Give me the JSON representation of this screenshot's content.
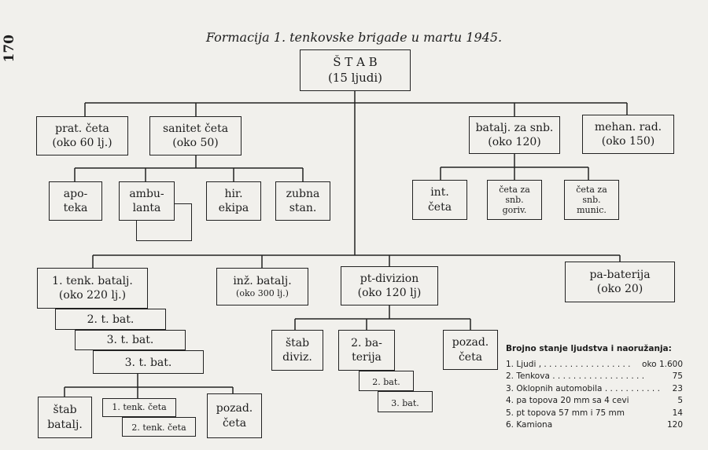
{
  "page_number": "170",
  "title": "Formacija 1. tenkovske brigade u martu 1945.",
  "nodes": {
    "stab": [
      "Š T A B",
      "(15 ljudi)"
    ],
    "prat_ceta": [
      "prat. četa",
      "(oko 60 lj.)"
    ],
    "sanitet_ceta": [
      "sanitet četa",
      "(oko 50)"
    ],
    "apoteka": [
      "apo-",
      "teka"
    ],
    "ambulanta": [
      "ambu-",
      "lanta"
    ],
    "hir_ekipa": [
      "hir.",
      "ekipa"
    ],
    "zubna_stan": [
      "zubna",
      "stan."
    ],
    "batalj_snb": [
      "batalj. za snb.",
      "(oko 120)"
    ],
    "mehan_rad": [
      "mehan. rad.",
      "(oko 150)"
    ],
    "int_ceta": [
      "int.",
      "četa"
    ],
    "ceta_goriv": [
      "četa za",
      "snb.",
      "goriv."
    ],
    "ceta_munic": [
      "četa za",
      "snb.",
      "munic."
    ],
    "tenk_batalj_1": [
      "1. tenk. batalj.",
      "(oko 220 lj.)"
    ],
    "t_bat_2": "2. t. bat.",
    "t_bat_3a": "3. t. bat.",
    "t_bat_3b": "3. t. bat.",
    "inz_batalj": [
      "inž. batalj.",
      "(oko 300 lj.)"
    ],
    "pt_divizion": [
      "pt-divizion",
      "(oko 120 lj)"
    ],
    "stab_diviz": [
      "štab",
      "diviz."
    ],
    "baterija_2": [
      "2. ba-",
      "terija"
    ],
    "bat_2": "2. bat.",
    "bat_3": "3. bat.",
    "pozad_ceta_div": [
      "pozad.",
      "četa"
    ],
    "pa_baterija": [
      "pa-baterija",
      "(oko 20)"
    ],
    "stab_batalj": [
      "štab",
      "batalj."
    ],
    "tenk_ceta_1": "1. tenk. četa",
    "tenk_ceta_2": "2. tenk. četa",
    "pozad_ceta_bat": [
      "pozad.",
      "četa"
    ]
  },
  "legend": {
    "title": "Brojno stanje ljudstva i naoružanja:",
    "rows": [
      {
        "label": "1. Ljudi  ,  .  .  .  .  .  .  .  .  .  .  .  .  .  .  .  .  .",
        "value": "oko 1.600"
      },
      {
        "label": "2. Tenkova  .  .  .  .  .  .  .  .  .  .  .  .  .  .  .  .  .  .",
        "value": "75"
      },
      {
        "label": "3. Oklopnih automobila  .  .  .  .  .  .  .  .  .  .  .",
        "value": "23"
      },
      {
        "label": "4. pa topova 20 mm sa 4 cevi",
        "value": "5"
      },
      {
        "label": "5. pt topova 57 mm i 75 mm",
        "value": "14"
      },
      {
        "label": "6. Kamiona",
        "value": "120"
      }
    ]
  }
}
